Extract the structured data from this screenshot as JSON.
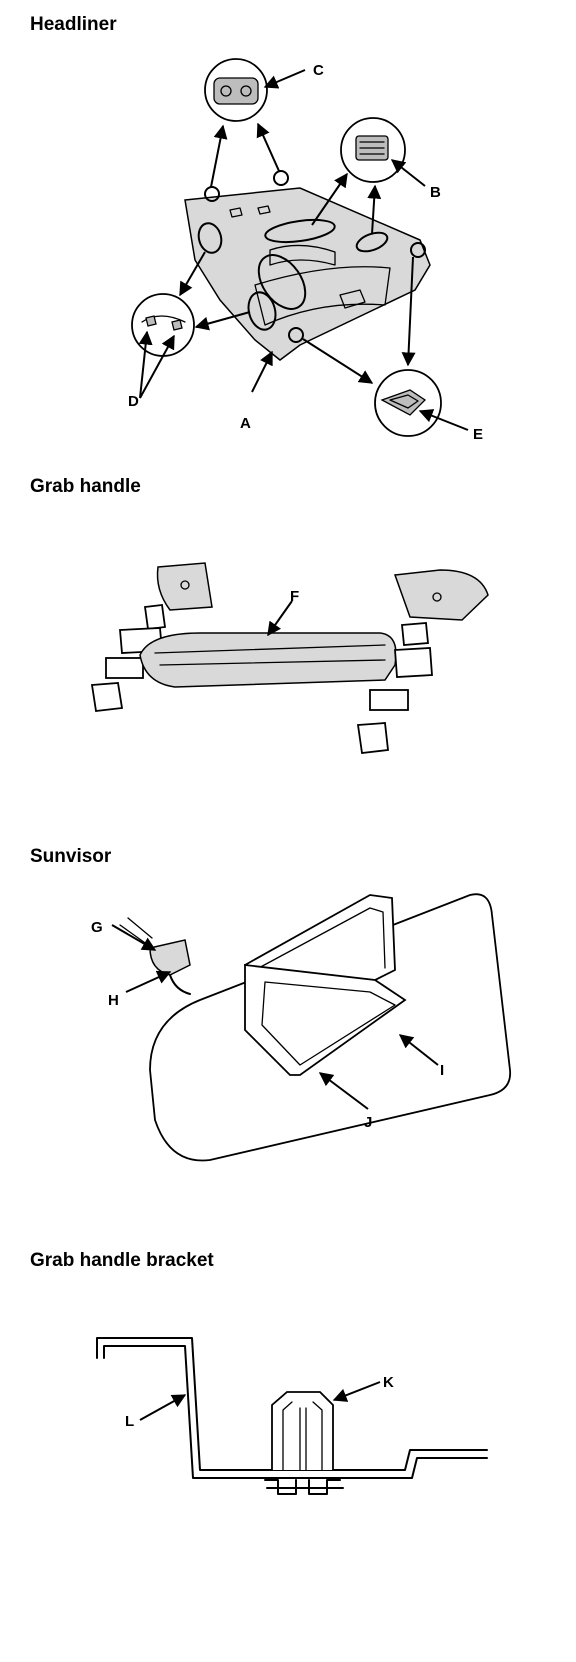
{
  "sections": {
    "headliner": "Headliner",
    "grab_handle": "Grab handle",
    "sunvisor": "Sunvisor",
    "grab_handle_bracket": "Grab handle bracket"
  },
  "labels": {
    "A": "A",
    "B": "B",
    "C": "C",
    "D": "D",
    "E": "E",
    "F": "F",
    "G": "G",
    "H": "H",
    "I": "I",
    "J": "J",
    "K": "K",
    "L": "L"
  }
}
